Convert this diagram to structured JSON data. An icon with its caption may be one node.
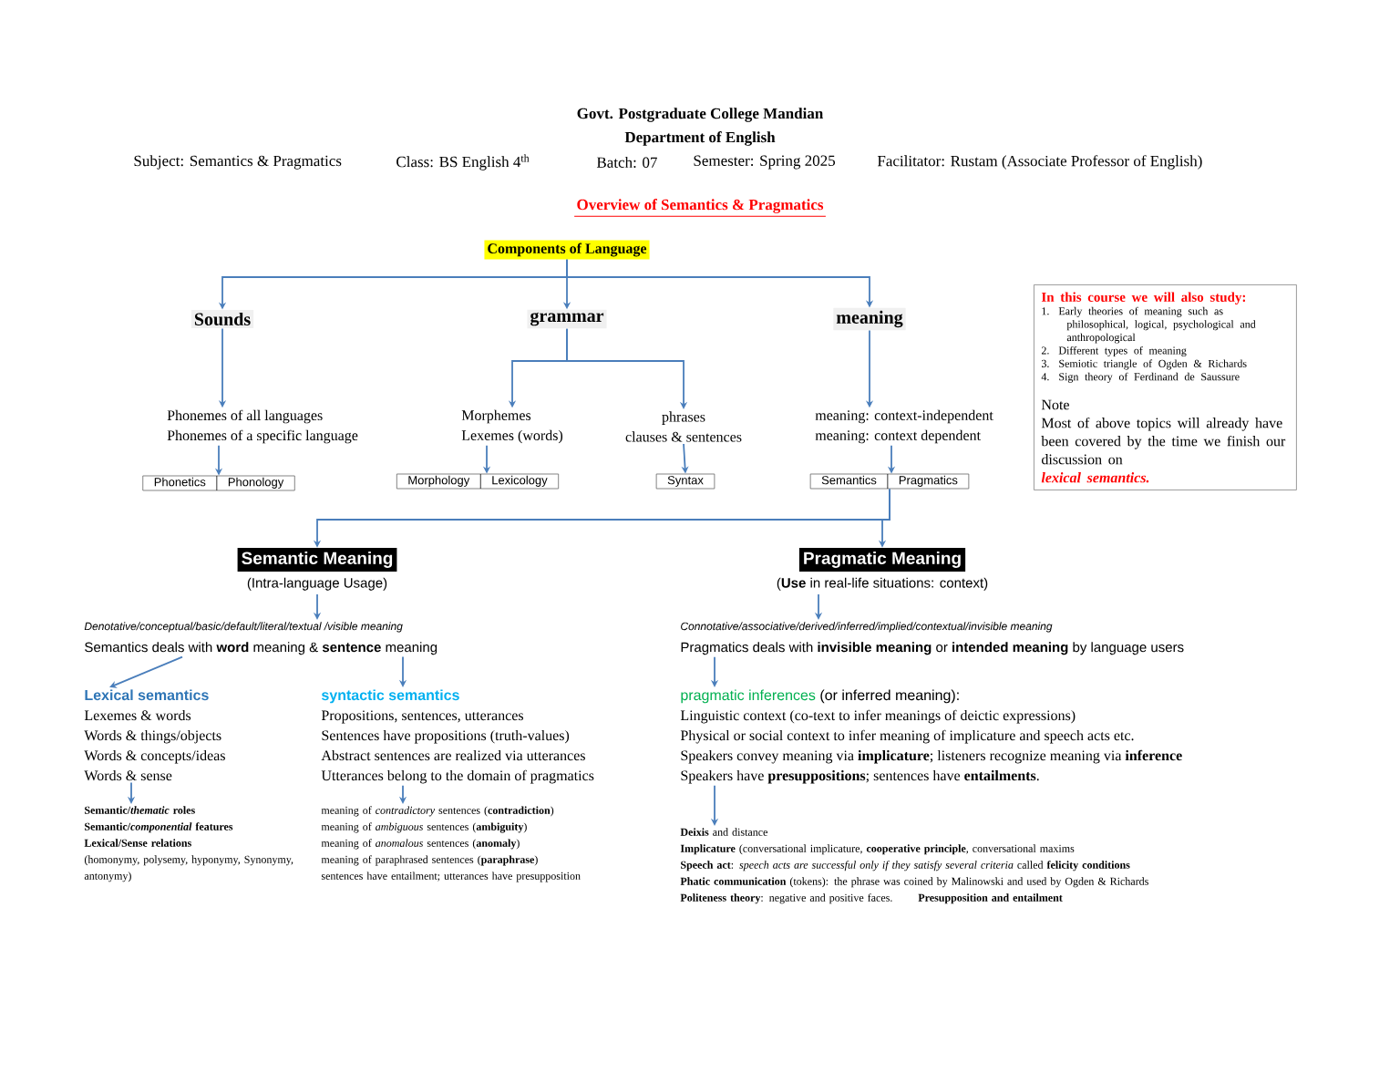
{
  "diagram": {
    "title": "Overview of Semantics & Pragmatics",
    "labels": [
      "Govt. Postgraduate College Mandian",
      "Department of English",
      "Subject: Semantics & Pragmatics",
      "Class: BS English 4$^{th}$",
      "Batch: 07",
      "Semester: Spring 2025",
      "Facilitator: Rustam (Associate Professor of English)"
    ],
    "nodes": [
      {
        "text": [
          "Components of Language"
        ]
      },
      {
        "text": [
          "Sounds"
        ]
      },
      {
        "text": [
          "grammar"
        ]
      },
      {
        "text": [
          "meaning"
        ]
      },
      {
        "text": [
          "Phonemes of all languages",
          "Phonemes of a specific language"
        ]
      },
      {
        "text": [
          "Morphemes",
          "Lexemes (words)"
        ]
      },
      {
        "text": [
          "phrases",
          "clauses & sentences"
        ]
      },
      {
        "text": [
          "meaning: context-independent",
          "meaning: context dependent"
        ]
      },
      {
        "text": [
          "Phonetics",
          "Phonology"
        ]
      },
      {
        "text": [
          "Morphology",
          "Lexicology"
        ]
      },
      {
        "text": [
          "Syntax"
        ]
      },
      {
        "text": [
          "Semantics",
          "Pragmatics"
        ]
      },
      {
        "text": [
          "In this course we will also study:",
          "1. Early theories of meaning such as philosophical, logical, psychological and anthropological",
          "2. Different types of meaning",
          "3. Semiotic triangle of Ogden & Richards",
          "4. Sign theory of Ferdinand de Saussure",
          "Note",
          "Most of above topics will already have been covered by the time we finish our discussion on",
          "lexical semantics."
        ]
      },
      {
        "text": [
          "Semantic Meaning"
        ],
        "beside": [
          "(Intra-language Usage)"
        ]
      },
      {
        "text": [
          "Pragmatic Meaning"
        ],
        "beside": [
          "(**Use** in real-life situations: context)"
        ]
      },
      {
        "text": [
          "Denotative/conceptual/basic/default/literal/textual /visible meaning",
          "Semantics deals with **word** meaning & **sentence** meaning"
        ]
      },
      {
        "text": [
          "Lexical semantics",
          "Lexemes & words",
          "Words & things/objects",
          "Words & concepts/ideas",
          "Words & sense"
        ]
      },
      {
        "text": [
          "syntactic semantics",
          "Propositions, sentences, utterances",
          "Sentences have propositions (truth-values)",
          "Abstract sentences are realized via utterances",
          "Utterances belong to the domain of pragmatics"
        ]
      },
      {
        "text": [
          "Semantic/*thematic* roles",
          "Semantic/*componential* features",
          "Lexical/Sense relations",
          "(homonymy, polysemy, hyponymy, Synonymy, antonymy)"
        ]
      },
      {
        "text": [
          "meaning of *contradictory* sentences (**contradiction**)",
          "meaning of *ambiguous* sentences (**ambiguity**)",
          "meaning of *anomalous* sentences (**anomaly**)",
          "meaning of paraphrased sentences (**paraphrase**)",
          "sentences have entailment; utterances have presupposition"
        ]
      },
      {
        "text": [
          "Connotative/associative/derived/inferred/implied/contextual/invisible meaning",
          "Pragmatics deals with **invisible meaning** or **intended meaning** by language users"
        ]
      },
      {
        "text": [
          "pragmatic inferences",
          "(or inferred meaning):",
          "Linguistic context (co-text to infer meanings of deictic expressions)",
          "Physical or social context to infer meaning of implicature and speech acts etc.",
          "Speakers convey meaning via **implicature**; listeners recognize meaning via **inference**",
          "Speakers have **presuppositions**; sentences have **entailments**."
        ]
      },
      {
        "text": [
          "**Deixis** and distance",
          "**Implicature** (conversational implicature, **cooperative principle**, conversational maxims",
          "**Speech act**: *speech acts are successful only if they satisfy several criteria* called **felicity conditions**",
          "**Phatic communication** (tokens): the phrase was coined by Malinowski and used by Ogden & Richards",
          "**Politeness theory**: negative and positive faces.",
          "Presupposition and entailment"
        ]
      }
    ],
    "edges": [
      {
        "from": 0,
        "to": 1,
        "arrow": "to"
      },
      {
        "from": 0,
        "to": 2,
        "arrow": "to"
      },
      {
        "from": 0,
        "to": 3,
        "arrow": "to"
      },
      {
        "from": 1,
        "to": 4,
        "arrow": "to"
      },
      {
        "from": 2,
        "to": 5,
        "arrow": "to"
      },
      {
        "from": 2,
        "to": 6,
        "arrow": "to"
      },
      {
        "from": 3,
        "to": 7,
        "arrow": "to"
      },
      {
        "from": 4,
        "to": 8,
        "arrow": "to"
      },
      {
        "from": 5,
        "to": 9,
        "arrow": "to"
      },
      {
        "from": 6,
        "to": 10,
        "arrow": "to"
      },
      {
        "from": 7,
        "to": 11,
        "arrow": "to"
      },
      {
        "from": 11,
        "to": 13,
        "arrow": "to"
      },
      {
        "from": 11,
        "to": 14,
        "arrow": "to"
      },
      {
        "from": 13,
        "to": 15,
        "arrow": "to"
      },
      {
        "from": 14,
        "to": 20,
        "arrow": "to"
      },
      {
        "from": 15,
        "to": 16,
        "arrow": "to"
      },
      {
        "from": 15,
        "to": 17,
        "arrow": "to"
      },
      {
        "from": 16,
        "to": 18,
        "arrow": "to"
      },
      {
        "from": 17,
        "to": 19,
        "arrow": "to"
      },
      {
        "from": 20,
        "to": 21,
        "arrow": "to"
      },
      {
        "from": 21,
        "to": 22,
        "arrow": "to"
      }
    ]
  }
}
